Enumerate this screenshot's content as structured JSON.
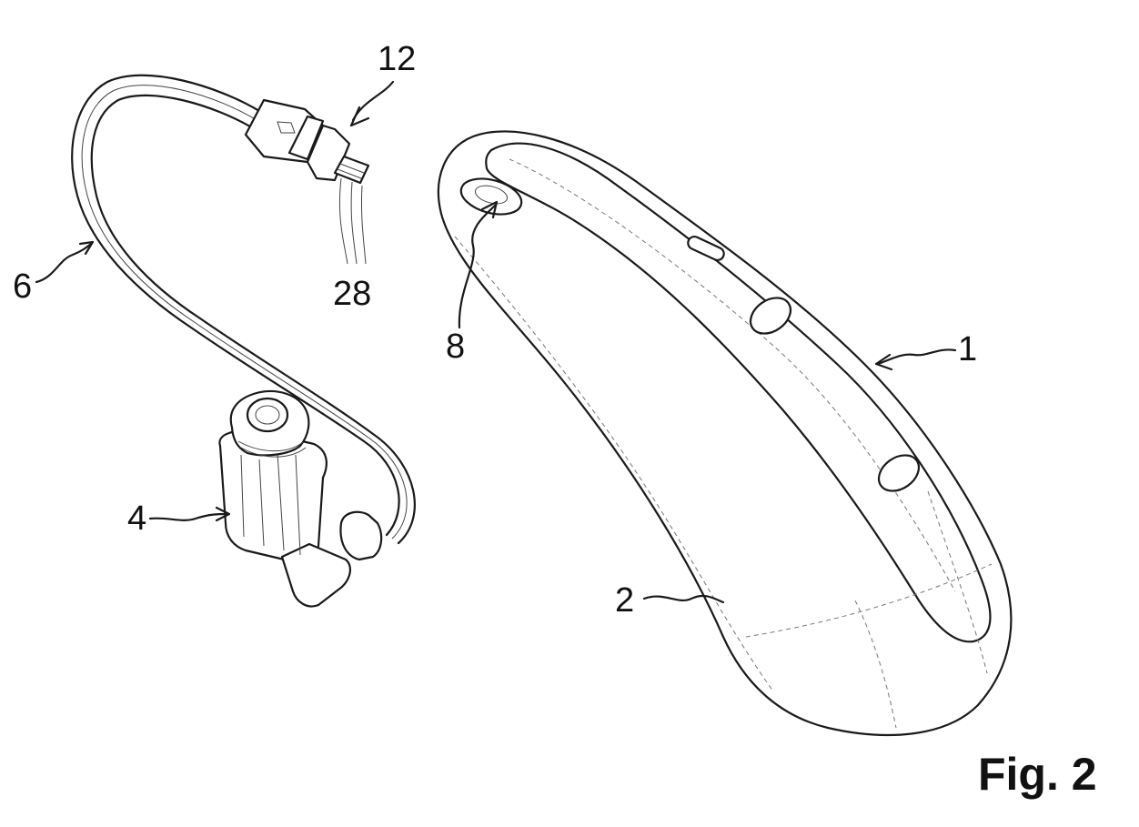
{
  "figure": {
    "caption": "Fig. 2",
    "reference_numerals": {
      "housing": "1",
      "housing_side": "2",
      "earpiece": "4",
      "cable": "6",
      "opening": "8",
      "connector": "12",
      "contacts": "28"
    }
  }
}
